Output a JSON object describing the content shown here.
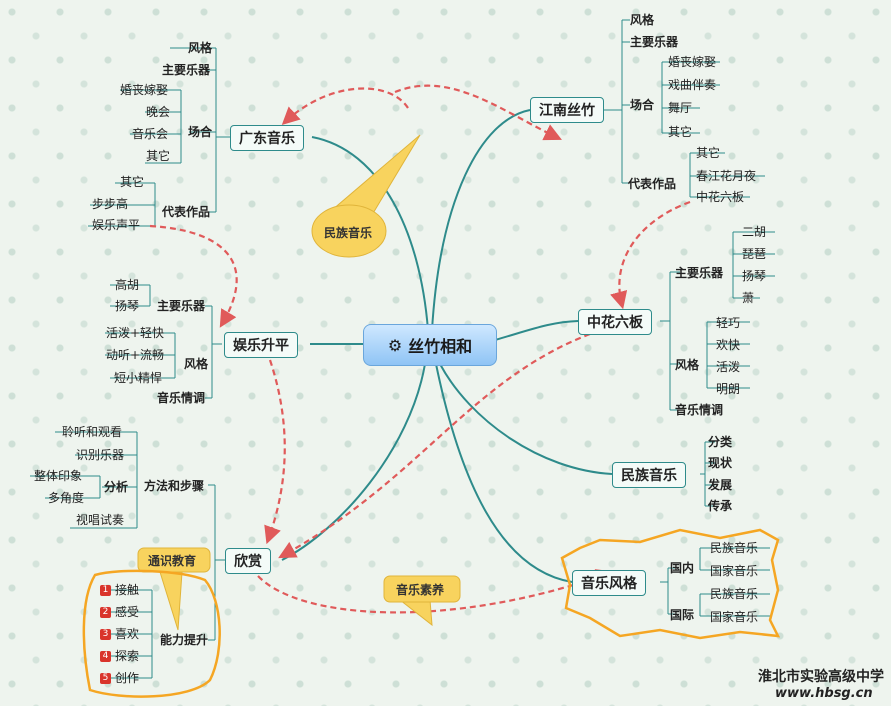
{
  "center": {
    "label": "丝竹相和",
    "icon": "gears-icon"
  },
  "guangdong": {
    "title": "广东音乐",
    "style": "风格",
    "instruments": "主要乐器",
    "venues_label": "场合",
    "venues": [
      "婚丧嫁娶",
      "晚会",
      "音乐会",
      "其它"
    ],
    "works_label": "代表作品",
    "works": [
      "其它",
      "步步高",
      "娱乐声平"
    ]
  },
  "jiangnan": {
    "title": "江南丝竹",
    "style": "风格",
    "instruments": "主要乐器",
    "venues_label": "场合",
    "venues": [
      "婚丧嫁娶",
      "戏曲伴奏",
      "舞厅",
      "其它"
    ],
    "works_label": "代表作品",
    "works": [
      "其它",
      "春江花月夜",
      "中花六板"
    ]
  },
  "yule": {
    "title": "娱乐升平",
    "instruments_label": "主要乐器",
    "instruments": [
      "高胡",
      "扬琴"
    ],
    "style_label": "风格",
    "style": [
      "活泼+轻快",
      "动听+流畅",
      "短小精悍"
    ],
    "mood": "音乐情调"
  },
  "zhonghua": {
    "title": "中花六板",
    "instruments_label": "主要乐器",
    "instruments": [
      "二胡",
      "琵琶",
      "扬琴",
      "萧"
    ],
    "style_label": "风格",
    "style": [
      "轻巧",
      "欢快",
      "活泼",
      "明朗"
    ],
    "mood": "音乐情调"
  },
  "minzu": {
    "title": "民族音乐",
    "items": [
      "分类",
      "现状",
      "发展",
      "传承"
    ]
  },
  "xinshang": {
    "title": "欣赏",
    "method_label": "方法和步骤",
    "method_items": [
      "聆听和观看",
      "识别乐器"
    ],
    "analysis_label": "分析",
    "analysis_items": [
      "整体印象",
      "多角度"
    ],
    "sing": "视唱试奏",
    "ability_label": "能力提升",
    "ability_items": [
      "接触",
      "感受",
      "喜欢",
      "探索",
      "创作"
    ],
    "ability_nums": [
      "1",
      "2",
      "3",
      "4",
      "5"
    ]
  },
  "fengge": {
    "title": "音乐风格",
    "domestic_label": "国内",
    "domestic": [
      "民族音乐",
      "国家音乐"
    ],
    "intl_label": "国际",
    "intl": [
      "民族音乐",
      "国家音乐"
    ]
  },
  "callouts": {
    "minzu": "民族音乐",
    "tongshi": "通识教育",
    "suyang": "音乐素养"
  },
  "watermark": {
    "line1": "淮北市实验高级中学",
    "line2": "www.hbsg.cn"
  },
  "colors": {
    "branch": "#2e8b8b",
    "dashed": "#e05a5a",
    "callout": "#f8d35e",
    "highlight": "#f5a623"
  }
}
